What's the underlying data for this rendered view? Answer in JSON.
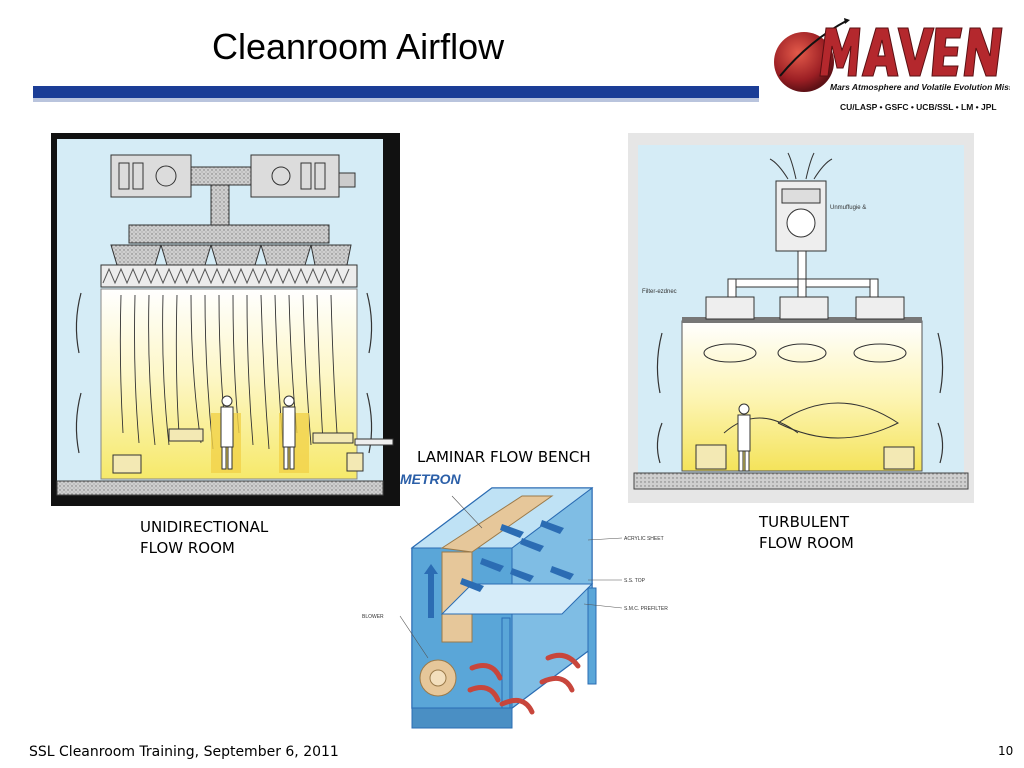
{
  "slide": {
    "title": "Cleanroom Airflow",
    "footer": "SSL Cleanroom Training, September 6, 2011",
    "page_number": "10"
  },
  "logo": {
    "name": "MAVEN",
    "subtitle": "Mars Atmosphere and Volatile Evolution Mission",
    "partners": "CU/LASP • GSFC • UCB/SSL • LM • JPL"
  },
  "labels": {
    "unidirectional_line1": "UNIDIRECTIONAL",
    "unidirectional_line2": "FLOW ROOM",
    "laminar": "LAMINAR FLOW BENCH",
    "turbulent_line1": "TURBULENT",
    "turbulent_line2": "FLOW ROOM"
  },
  "bench_callouts": {
    "brand": "METRON",
    "acrylic_sheet": "ACRYLIC SHEET",
    "ss_top": "S.S. TOP",
    "prefilter": "S.M.C. PREFILTER",
    "blower": "BLOWER"
  },
  "turbulent_callouts": {
    "unit": "Unmuffugie &",
    "filter": "Filter-ezdnec"
  },
  "colors": {
    "title_bar_blue": "#1b3d96",
    "room_blue": "#d5ecf6",
    "yellow_glow": "#fbf3a0",
    "bench_blue": "#5aa6d8",
    "arrow_blue": "#2b6cb3",
    "arrow_red": "#c8463c",
    "maven_red": "#b4282d"
  }
}
